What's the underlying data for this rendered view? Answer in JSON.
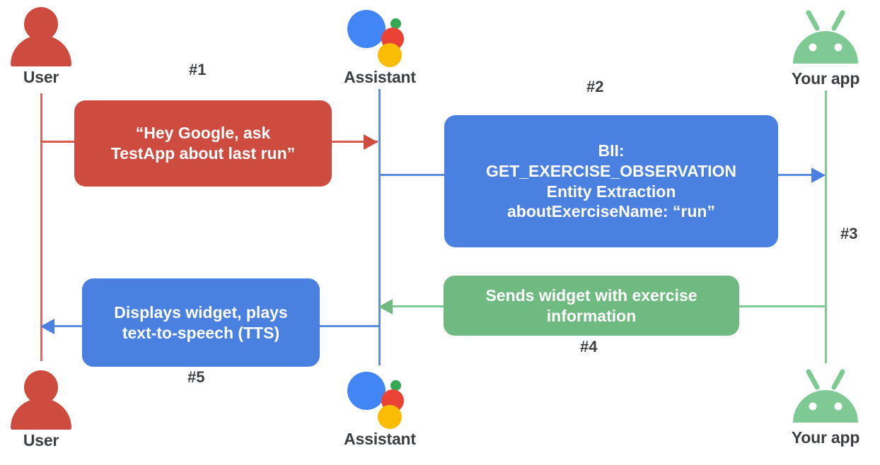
{
  "diagram": {
    "title": "Assistant App Actions sequence",
    "colors": {
      "red": "#cd4c3f",
      "blue": "#4a80e0",
      "green": "#6fba81",
      "assistant_blue": "#4285f4",
      "assistant_red": "#ea4335",
      "assistant_yellow": "#fbbc04",
      "assistant_green": "#34a853",
      "android_green": "#7fc995",
      "label_gray": "#3c4043"
    }
  },
  "actors": {
    "top": [
      {
        "id": "user",
        "label": "User",
        "icon": "user-icon"
      },
      {
        "id": "assistant",
        "label": "Assistant",
        "icon": "google-assistant-icon"
      },
      {
        "id": "app",
        "label": "Your app",
        "icon": "android-robot-icon"
      }
    ],
    "bottom": [
      {
        "id": "user",
        "label": "User",
        "icon": "user-icon"
      },
      {
        "id": "assistant",
        "label": "Assistant",
        "icon": "google-assistant-icon"
      },
      {
        "id": "app",
        "label": "Your app",
        "icon": "android-robot-icon"
      }
    ]
  },
  "steps": [
    {
      "number": "#1",
      "from": "user",
      "to": "assistant",
      "color": "red"
    },
    {
      "number": "#2",
      "from": "assistant",
      "to": "app",
      "color": "blue"
    },
    {
      "number": "#3",
      "from": "assistant",
      "to": "app",
      "color": "blue"
    },
    {
      "number": "#4",
      "from": "app",
      "to": "assistant",
      "color": "green"
    },
    {
      "number": "#5",
      "from": "assistant",
      "to": "user",
      "color": "blue"
    }
  ],
  "messages": {
    "step1": {
      "lines": [
        "“Hey Google, ask",
        "TestApp about last run”"
      ]
    },
    "step2": {
      "lines": [
        "BII:",
        "GET_EXERCISE_OBSERVATION",
        "Entity Extraction",
        "aboutExerciseName: “run”"
      ]
    },
    "step4": {
      "lines": [
        "Sends widget with exercise",
        "information"
      ]
    },
    "step5": {
      "lines": [
        "Displays widget, plays",
        "text-to-speech (TTS)"
      ]
    }
  }
}
